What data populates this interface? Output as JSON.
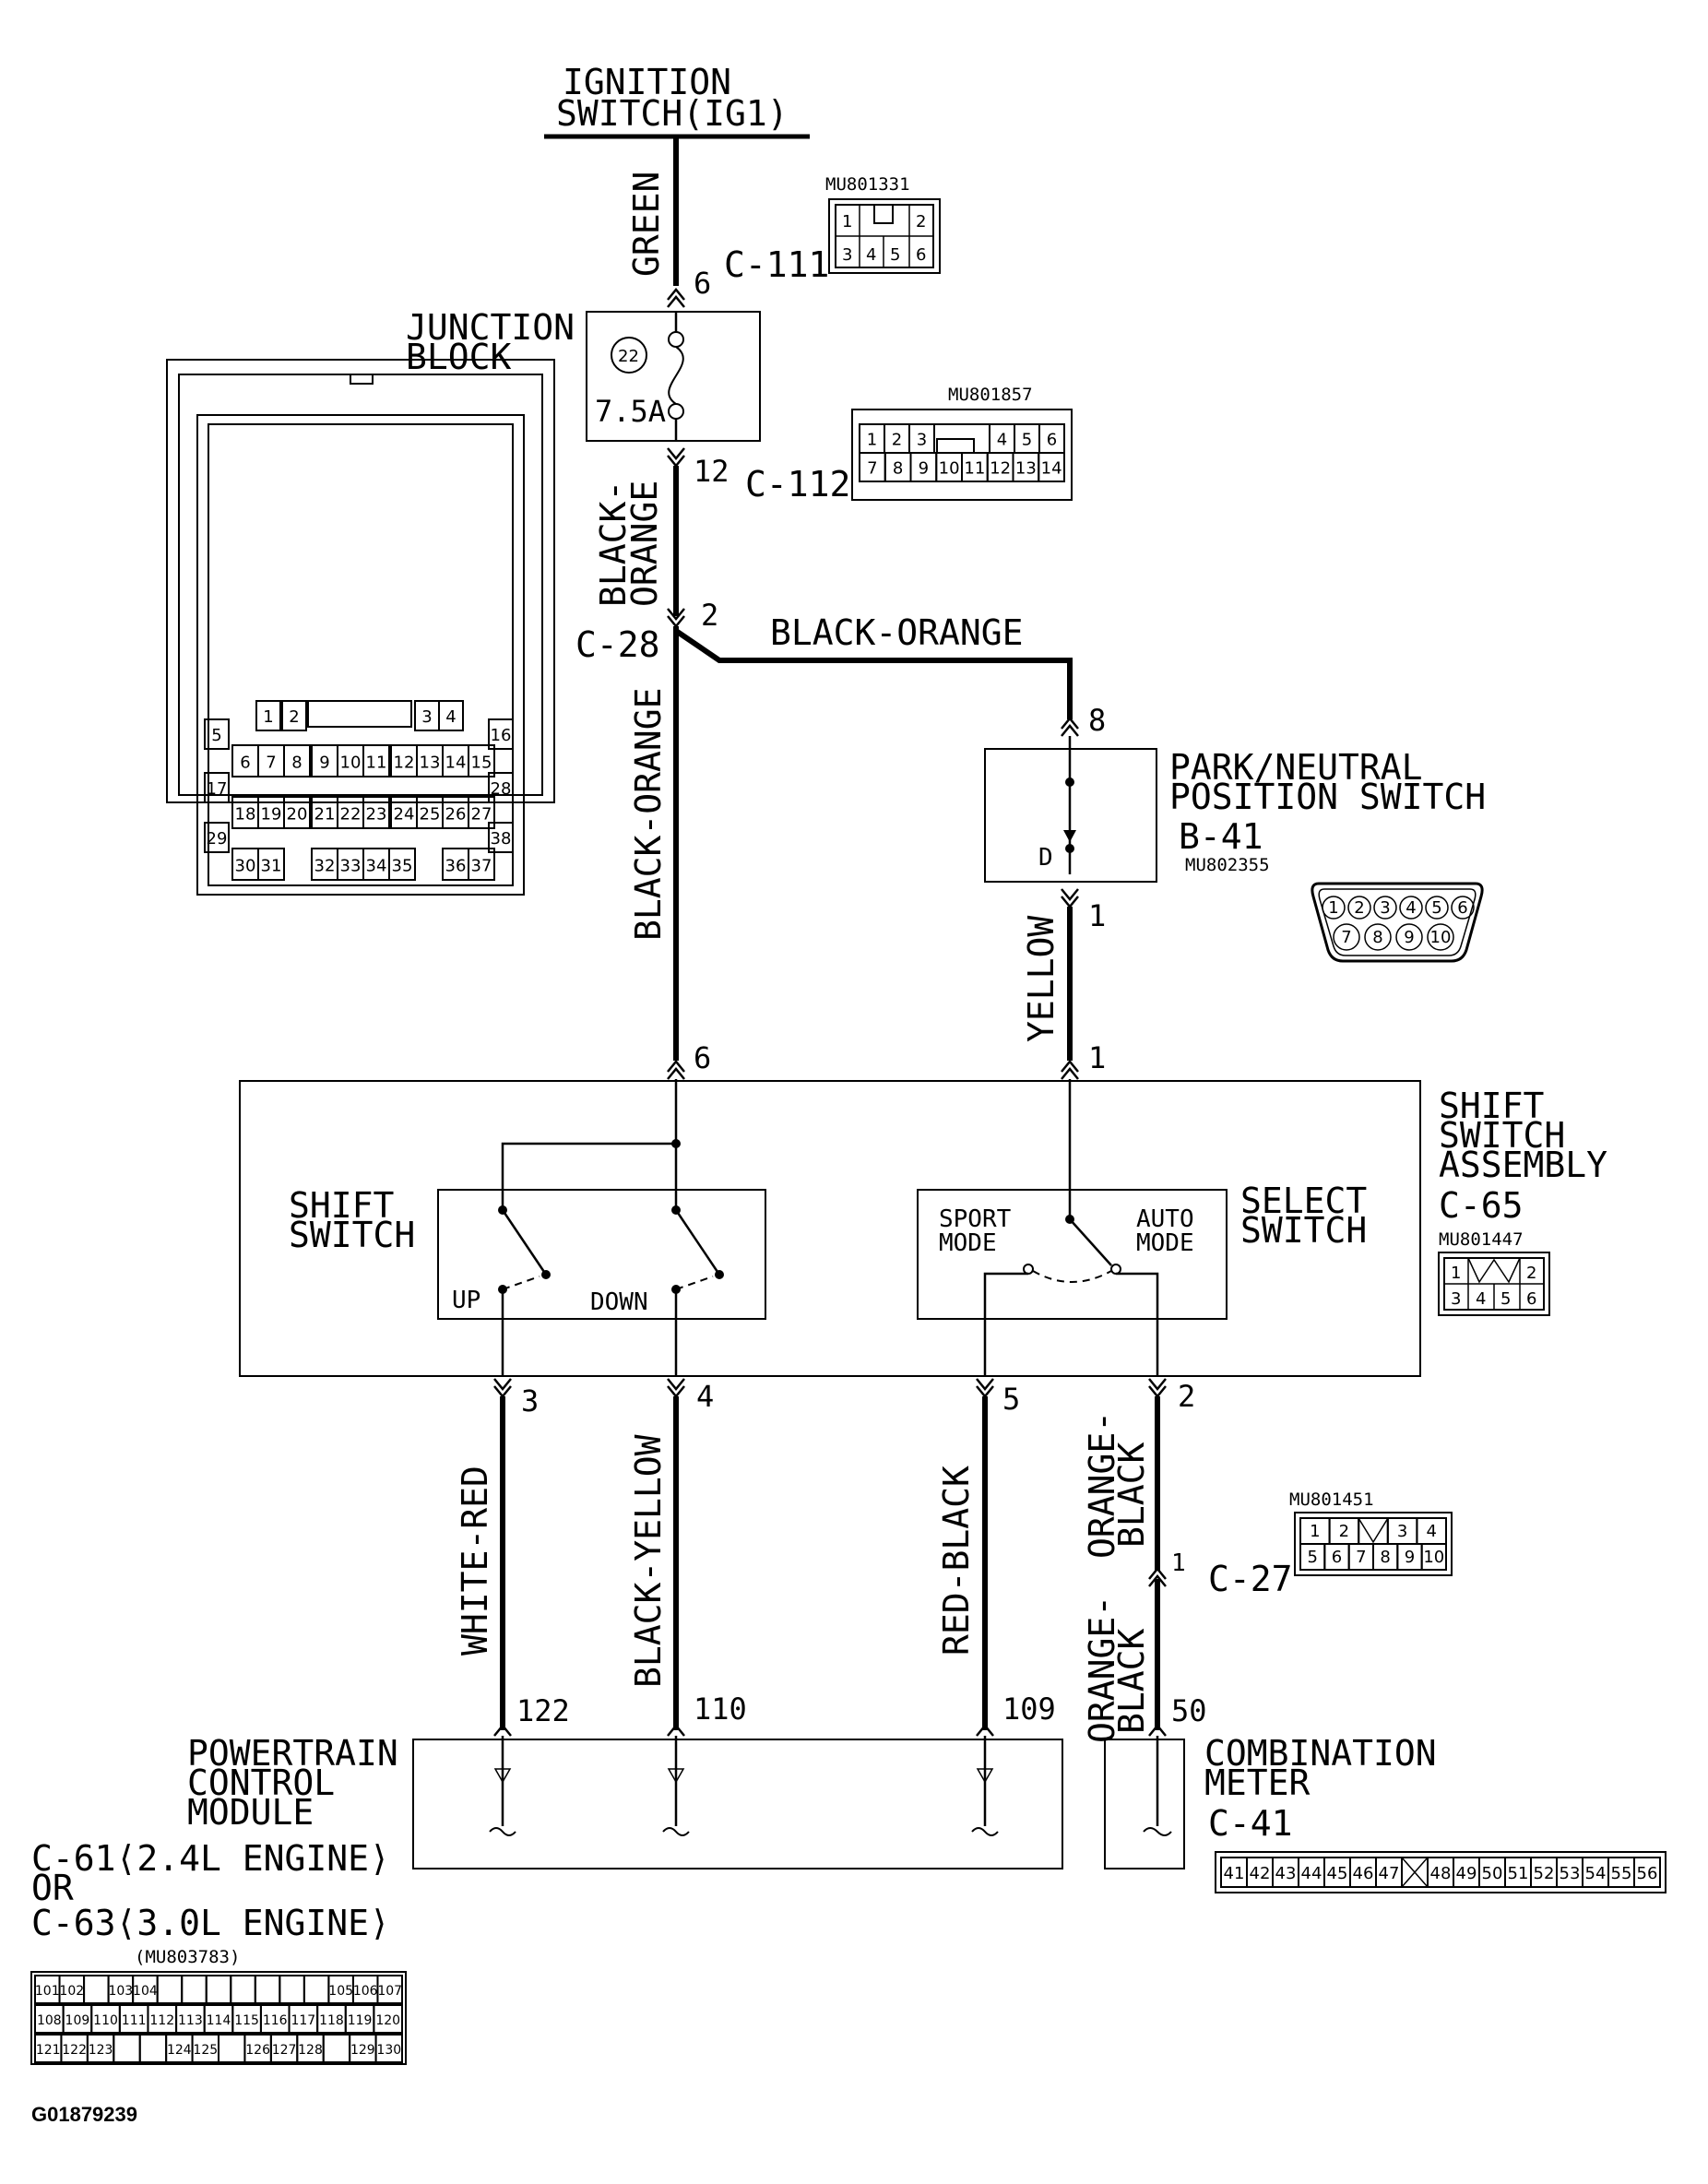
{
  "ignition": {
    "line1": "IGNITION",
    "line2": "SWITCH(IG1)"
  },
  "wires": {
    "green": "GREEN",
    "black_orange_v1a": "BLACK-",
    "black_orange_v1b": "ORANGE",
    "black_orange_h": "BLACK-ORANGE",
    "black_orange_v2": "BLACK-ORANGE",
    "yellow": "YELLOW",
    "white_red": "WHITE-RED",
    "black_yellow": "BLACK-YELLOW",
    "red_black": "RED-BLACK",
    "orange_black_a1": "ORANGE-",
    "orange_black_a2": "BLACK",
    "orange_black_b1": "ORANGE-",
    "orange_black_b2": "BLACK"
  },
  "connectors": {
    "c111": "C-111",
    "c112": "C-112",
    "c28": "C-28",
    "c27": "C-27",
    "mu801331": "MU801331",
    "mu801857": "MU801857",
    "mu802355": "MU802355",
    "mu801447": "MU801447",
    "mu801451": "MU801451",
    "mu803783": "(MU803783)"
  },
  "pins": {
    "p6_top": "6",
    "p12": "12",
    "p2_c28": "2",
    "p8": "8",
    "p1_pnp": "1",
    "p6_ssa": "6",
    "p1_ssa": "1",
    "p3": "3",
    "p4": "4",
    "p5": "5",
    "p2_ssa": "2",
    "p1_c27": "1",
    "p122": "122",
    "p110": "110",
    "p109": "109",
    "p50": "50"
  },
  "junction": {
    "line1": "JUNCTION",
    "line2": "BLOCK",
    "fuse_no": "22",
    "rating": "7.5A"
  },
  "pnp": {
    "line1": "PARK/NEUTRAL",
    "line2": "POSITION SWITCH",
    "id": "B-41",
    "d": "D"
  },
  "ssa": {
    "line1": "SHIFT",
    "line2": "SWITCH",
    "line3": "ASSEMBLY",
    "id": "C-65"
  },
  "shift_switch": {
    "line1": "SHIFT",
    "line2": "SWITCH",
    "up": "UP",
    "down": "DOWN"
  },
  "select_switch": {
    "line1": "SELECT",
    "line2": "SWITCH",
    "sport1": "SPORT",
    "sport2": "MODE",
    "auto1": "AUTO",
    "auto2": "MODE"
  },
  "pcm": {
    "line1": "POWERTRAIN",
    "line2": "CONTROL",
    "line3": "MODULE",
    "c61": "C-61⟨2.4L ENGINE⟩",
    "or": "OR",
    "c63": "C-63⟨3.0L ENGINE⟩"
  },
  "meter": {
    "line1": "COMBINATION",
    "line2": "METER",
    "id": "C-41"
  },
  "figure_id": "G01879239",
  "grids": {
    "mu801331": [
      [
        "1",
        "",
        "2"
      ],
      [
        "3",
        "4",
        "5",
        "6"
      ]
    ],
    "mu801857": [
      [
        "1",
        "2",
        "3",
        "",
        "4",
        "5",
        "6"
      ],
      [
        "7",
        "8",
        "9",
        "10",
        "11",
        "12",
        "13",
        "14"
      ]
    ],
    "mu802355": [
      [
        "1",
        "2",
        "3",
        "4",
        "5",
        "6"
      ],
      [
        "7",
        "8",
        "9",
        "10"
      ]
    ],
    "mu801447": [
      [
        "1",
        "",
        "2"
      ],
      [
        "3",
        "4",
        "5",
        "6"
      ]
    ],
    "mu801451": [
      [
        "1",
        "2",
        "",
        "3",
        "4"
      ],
      [
        "5",
        "6",
        "7",
        "8",
        "9",
        "10"
      ]
    ],
    "c41": [
      "41",
      "42",
      "43",
      "44",
      "45",
      "46",
      "47",
      "",
      "48",
      "49",
      "50",
      "51",
      "52",
      "53",
      "54",
      "55",
      "56"
    ],
    "mu803783": [
      [
        "101",
        "102",
        "",
        "103",
        "104",
        "",
        "",
        "",
        "",
        "",
        "",
        "",
        "105",
        "106",
        "107"
      ],
      [
        "108",
        "109",
        "110",
        "111",
        "112",
        "113",
        "114",
        "115",
        "116",
        "117",
        "118",
        "119",
        "120"
      ],
      [
        "121",
        "122",
        "123",
        "",
        "",
        "124",
        "125",
        "",
        "126",
        "127",
        "128",
        "",
        "129",
        "130"
      ]
    ],
    "c28": {
      "r1": [
        "1",
        "2",
        "3",
        "4"
      ],
      "r2": [
        "5",
        "16"
      ],
      "r3": [
        "6",
        "7",
        "8",
        "9",
        "10",
        "11",
        "12",
        "13",
        "14",
        "15"
      ],
      "r4": [
        "17",
        "28"
      ],
      "r5": [
        "18",
        "19",
        "20",
        "21",
        "22",
        "23",
        "24",
        "25",
        "26",
        "27"
      ],
      "r6": [
        "29",
        "38"
      ],
      "r7": [
        "30",
        "31",
        "32",
        "33",
        "34",
        "35",
        "36",
        "37"
      ]
    }
  }
}
